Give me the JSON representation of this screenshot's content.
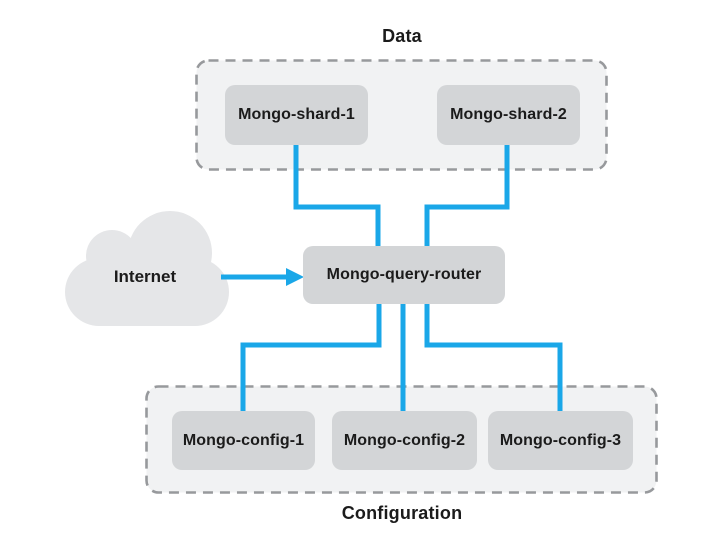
{
  "diagram": {
    "title_context": "MongoDB sharded cluster architecture",
    "data_group": {
      "label": "Data",
      "nodes": [
        {
          "label": "Mongo-shard-1"
        },
        {
          "label": "Mongo-shard-2"
        }
      ]
    },
    "router": {
      "label": "Mongo-query-router"
    },
    "internet": {
      "label": "Internet"
    },
    "config_group": {
      "label": "Configuration",
      "nodes": [
        {
          "label": "Mongo-config-1"
        },
        {
          "label": "Mongo-config-2"
        },
        {
          "label": "Mongo-config-3"
        }
      ]
    },
    "colors": {
      "connector_blue": "#1AA7E8",
      "node_fill": "#D3D5D7",
      "group_fill": "#F1F2F3",
      "group_border": "#97999C",
      "cloud_fill": "#E5E6E8",
      "text": "#1B1B1B",
      "background": "#FFFFFF"
    }
  }
}
